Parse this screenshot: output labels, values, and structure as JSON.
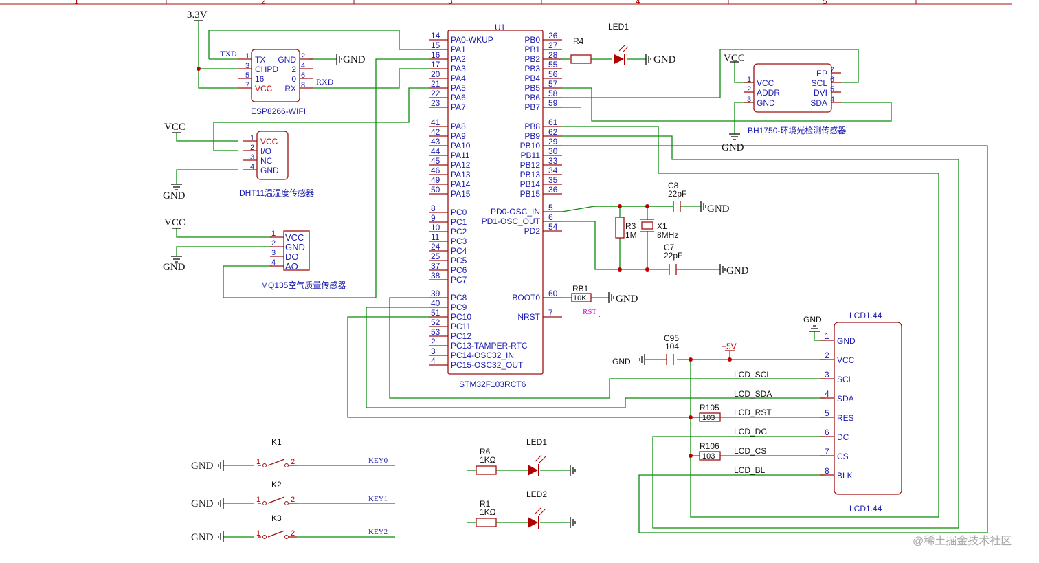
{
  "frame": {
    "columns": [
      "1",
      "2",
      "3",
      "4",
      "5"
    ]
  },
  "colors": {
    "wire": "#0a8a0a",
    "body": "#a01010",
    "text": "#1b1bb0",
    "pinnum": "#1b1bb0",
    "magenta": "#d010d0",
    "watermark": "#aaaaaa"
  },
  "mcu": {
    "ref": "U1",
    "name": "STM32F103RCT6",
    "left_pins": [
      {
        "num": "14",
        "name": "PA0-WKUP"
      },
      {
        "num": "15",
        "name": "PA1"
      },
      {
        "num": "16",
        "name": "PA2"
      },
      {
        "num": "17",
        "name": "PA3"
      },
      {
        "num": "20",
        "name": "PA4"
      },
      {
        "num": "21",
        "name": "PA5"
      },
      {
        "num": "22",
        "name": "PA6"
      },
      {
        "num": "23",
        "name": "PA7"
      },
      {
        "num": "41",
        "name": "PA8"
      },
      {
        "num": "42",
        "name": "PA9"
      },
      {
        "num": "43",
        "name": "PA10"
      },
      {
        "num": "44",
        "name": "PA11"
      },
      {
        "num": "45",
        "name": "PA12"
      },
      {
        "num": "46",
        "name": "PA13"
      },
      {
        "num": "49",
        "name": "PA14"
      },
      {
        "num": "50",
        "name": "PA15"
      },
      {
        "num": "8",
        "name": "PC0"
      },
      {
        "num": "9",
        "name": "PC1"
      },
      {
        "num": "10",
        "name": "PC2"
      },
      {
        "num": "11",
        "name": "PC3"
      },
      {
        "num": "24",
        "name": "PC4"
      },
      {
        "num": "25",
        "name": "PC5"
      },
      {
        "num": "37",
        "name": "PC6"
      },
      {
        "num": "38",
        "name": "PC7"
      },
      {
        "num": "39",
        "name": "PC8"
      },
      {
        "num": "40",
        "name": "PC9"
      },
      {
        "num": "51",
        "name": "PC10"
      },
      {
        "num": "52",
        "name": "PC11"
      },
      {
        "num": "53",
        "name": "PC12"
      },
      {
        "num": "2",
        "name": "PC13-TAMPER-RTC"
      },
      {
        "num": "3",
        "name": "PC14-OSC32_IN"
      },
      {
        "num": "4",
        "name": "PC15-OSC32_OUT"
      }
    ],
    "right_pins": [
      {
        "num": "26",
        "name": "PB0"
      },
      {
        "num": "27",
        "name": "PB1"
      },
      {
        "num": "28",
        "name": "PB2"
      },
      {
        "num": "55",
        "name": "PB3"
      },
      {
        "num": "56",
        "name": "PB4"
      },
      {
        "num": "57",
        "name": "PB5"
      },
      {
        "num": "58",
        "name": "PB6"
      },
      {
        "num": "59",
        "name": "PB7"
      },
      {
        "num": "61",
        "name": "PB8"
      },
      {
        "num": "62",
        "name": "PB9"
      },
      {
        "num": "29",
        "name": "PB10"
      },
      {
        "num": "30",
        "name": "PB11"
      },
      {
        "num": "33",
        "name": "PB12"
      },
      {
        "num": "34",
        "name": "PB13"
      },
      {
        "num": "35",
        "name": "PB14"
      },
      {
        "num": "36",
        "name": "PB15"
      },
      {
        "num": "5",
        "name": "PD0-OSC_IN"
      },
      {
        "num": "6",
        "name": "PD1-OSC_OUT"
      },
      {
        "num": "54",
        "name": "PD2"
      },
      {
        "num": "60",
        "name": "BOOT0"
      },
      {
        "num": "7",
        "name": "NRST"
      }
    ]
  },
  "esp": {
    "name": "ESP8266-WIFI",
    "left": [
      {
        "num": "1",
        "name": "TX"
      },
      {
        "num": "3",
        "name": "CHPD"
      },
      {
        "num": "5",
        "name": "16"
      },
      {
        "num": "7",
        "name": "VCC"
      }
    ],
    "right": [
      {
        "num": "2",
        "name": "GND"
      },
      {
        "num": "4",
        "name": "2"
      },
      {
        "num": "6",
        "name": "0"
      },
      {
        "num": "8",
        "name": "RX"
      }
    ],
    "txd": "TXD",
    "rxd": "RXD"
  },
  "dht": {
    "name": "DHT11温湿度传感器",
    "pins": [
      {
        "num": "1",
        "name": "VCC"
      },
      {
        "num": "2",
        "name": "I/O"
      },
      {
        "num": "3",
        "name": "NC"
      },
      {
        "num": "4",
        "name": "GND"
      }
    ]
  },
  "mq": {
    "name": "MQ135空气质量传感器",
    "pins": [
      {
        "num": "1",
        "name": "VCC"
      },
      {
        "num": "2",
        "name": "GND"
      },
      {
        "num": "3",
        "name": "DO"
      },
      {
        "num": "4",
        "name": "AO"
      }
    ]
  },
  "bh": {
    "name": "BH1750-环境光检测传感器",
    "left": [
      {
        "num": "1",
        "name": "VCC"
      },
      {
        "num": "2",
        "name": "ADDR"
      },
      {
        "num": "3",
        "name": "GND"
      }
    ],
    "right": [
      {
        "num": "7",
        "name": "EP"
      },
      {
        "num": "6",
        "name": "SCL"
      },
      {
        "num": "5",
        "name": "DVI"
      },
      {
        "num": "4",
        "name": "SDA"
      }
    ]
  },
  "lcd": {
    "ref": "LCD1.44",
    "name": "LCD1.44",
    "pins": [
      {
        "num": "1",
        "name": "GND"
      },
      {
        "num": "2",
        "name": "VCC"
      },
      {
        "num": "3",
        "name": "SCL"
      },
      {
        "num": "4",
        "name": "SDA"
      },
      {
        "num": "5",
        "name": "RES"
      },
      {
        "num": "6",
        "name": "DC"
      },
      {
        "num": "7",
        "name": "CS"
      },
      {
        "num": "8",
        "name": "BLK"
      }
    ],
    "nets": [
      "LCD_SCL",
      "LCD_SDA",
      "LCD_RST",
      "LCD_DC",
      "LCD_CS",
      "LCD_BL"
    ]
  },
  "power": {
    "v33": "3.3V",
    "vcc": "VCC",
    "gnd": "GND",
    "p5v": "+5V"
  },
  "parts": {
    "r4": "R4",
    "led1": "LED1",
    "c8": "C8",
    "c8v": "22pF",
    "c7": "C7",
    "c7v": "22pF",
    "r3": "R3",
    "r3v": "1M",
    "x1": "X1",
    "x1v": "8MHz",
    "rb1": "RB1",
    "rb1v": "10K",
    "rst": "RST",
    "c95": "C95",
    "c95v": "104",
    "r105": "R105",
    "r105v": "103",
    "r106": "R106",
    "r106v": "103",
    "k1": "K1",
    "k2": "K2",
    "k3": "K3",
    "key0": "KEY0",
    "key1": "KEY1",
    "key2": "KEY2",
    "r6": "R6",
    "r6v": "1KΩ",
    "r1": "R1",
    "r1v": "1KΩ",
    "led_a": "LED1",
    "led_b": "LED2",
    "kpin1": "1",
    "kpin2": "2"
  },
  "watermark": "@稀土掘金技术社区"
}
